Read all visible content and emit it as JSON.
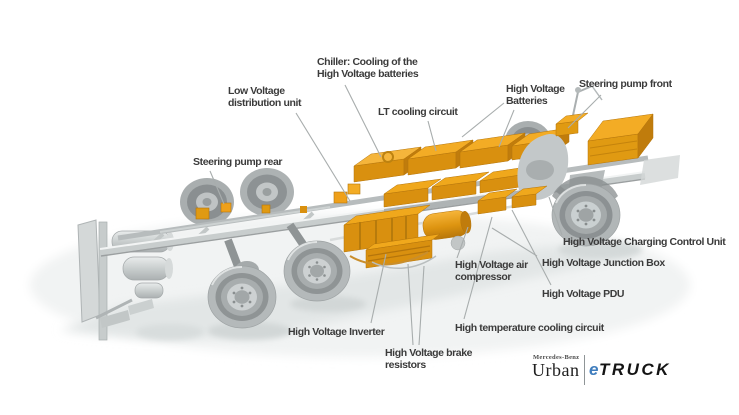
{
  "callouts": [
    {
      "id": "chiller",
      "text": "Chiller: Cooling of the High Voltage batteries"
    },
    {
      "id": "low-voltage-distribution-unit",
      "text": "Low Voltage distribution unit"
    },
    {
      "id": "lt-cooling-circuit",
      "text": "LT cooling circuit"
    },
    {
      "id": "high-voltage-batteries",
      "text": "High Voltage Batteries"
    },
    {
      "id": "steering-pump-front",
      "text": "Steering pump front"
    },
    {
      "id": "steering-pump-rear",
      "text": "Steering pump rear"
    },
    {
      "id": "high-voltage-charging-control-unit",
      "text": "High Voltage Charging Control Unit"
    },
    {
      "id": "high-voltage-junction-box",
      "text": "High Voltage Junction Box"
    },
    {
      "id": "high-voltage-pdu",
      "text": "High Voltage PDU"
    },
    {
      "id": "high-voltage-air-compressor",
      "text": "High Voltage air compressor"
    },
    {
      "id": "high-temperature-cooling-circuit",
      "text": "High temperature cooling circuit"
    },
    {
      "id": "high-voltage-inverter",
      "text": "High Voltage Inverter"
    },
    {
      "id": "high-voltage-brake-resistors",
      "text": "High Voltage brake resistors"
    }
  ],
  "logo": {
    "brand": "Mercedes-Benz",
    "series": "Urban",
    "e": "e",
    "truck": "TRUCK",
    "accent_color": "#3f7dbd"
  },
  "colors": {
    "component_orange": "#EFA01A",
    "component_orange_dark": "#C07C0C",
    "metal_gray": "#C6CBCC",
    "label_text": "#3b3b3b",
    "leader_line": "#A8ADAD"
  }
}
